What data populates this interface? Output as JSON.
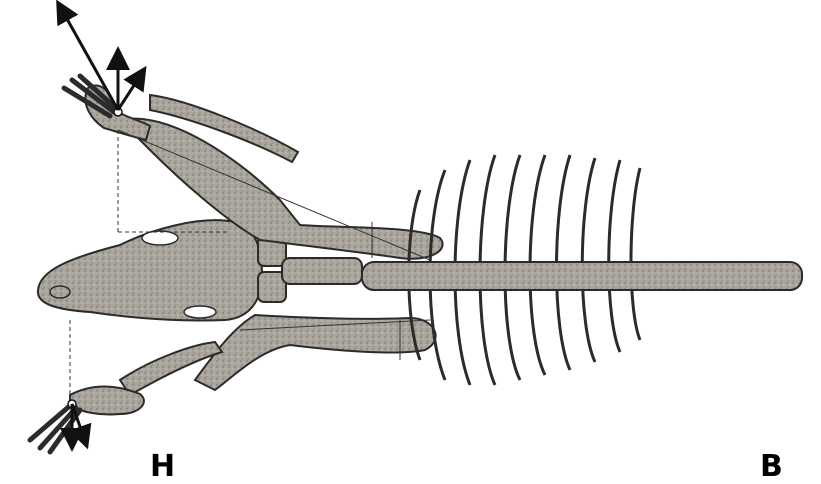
{
  "figure": {
    "description_kind": "skeleton-force-vector-diagram",
    "colors": {
      "bone_fill": "#aaa69d",
      "bone_stroke": "#2b2b2b",
      "vector": "#111111",
      "construction_line": "#333333",
      "background": "#ffffff"
    },
    "icons": [
      "force-vector-arrow",
      "joint-marker"
    ],
    "captions": {
      "left": "H",
      "right": "B"
    }
  }
}
